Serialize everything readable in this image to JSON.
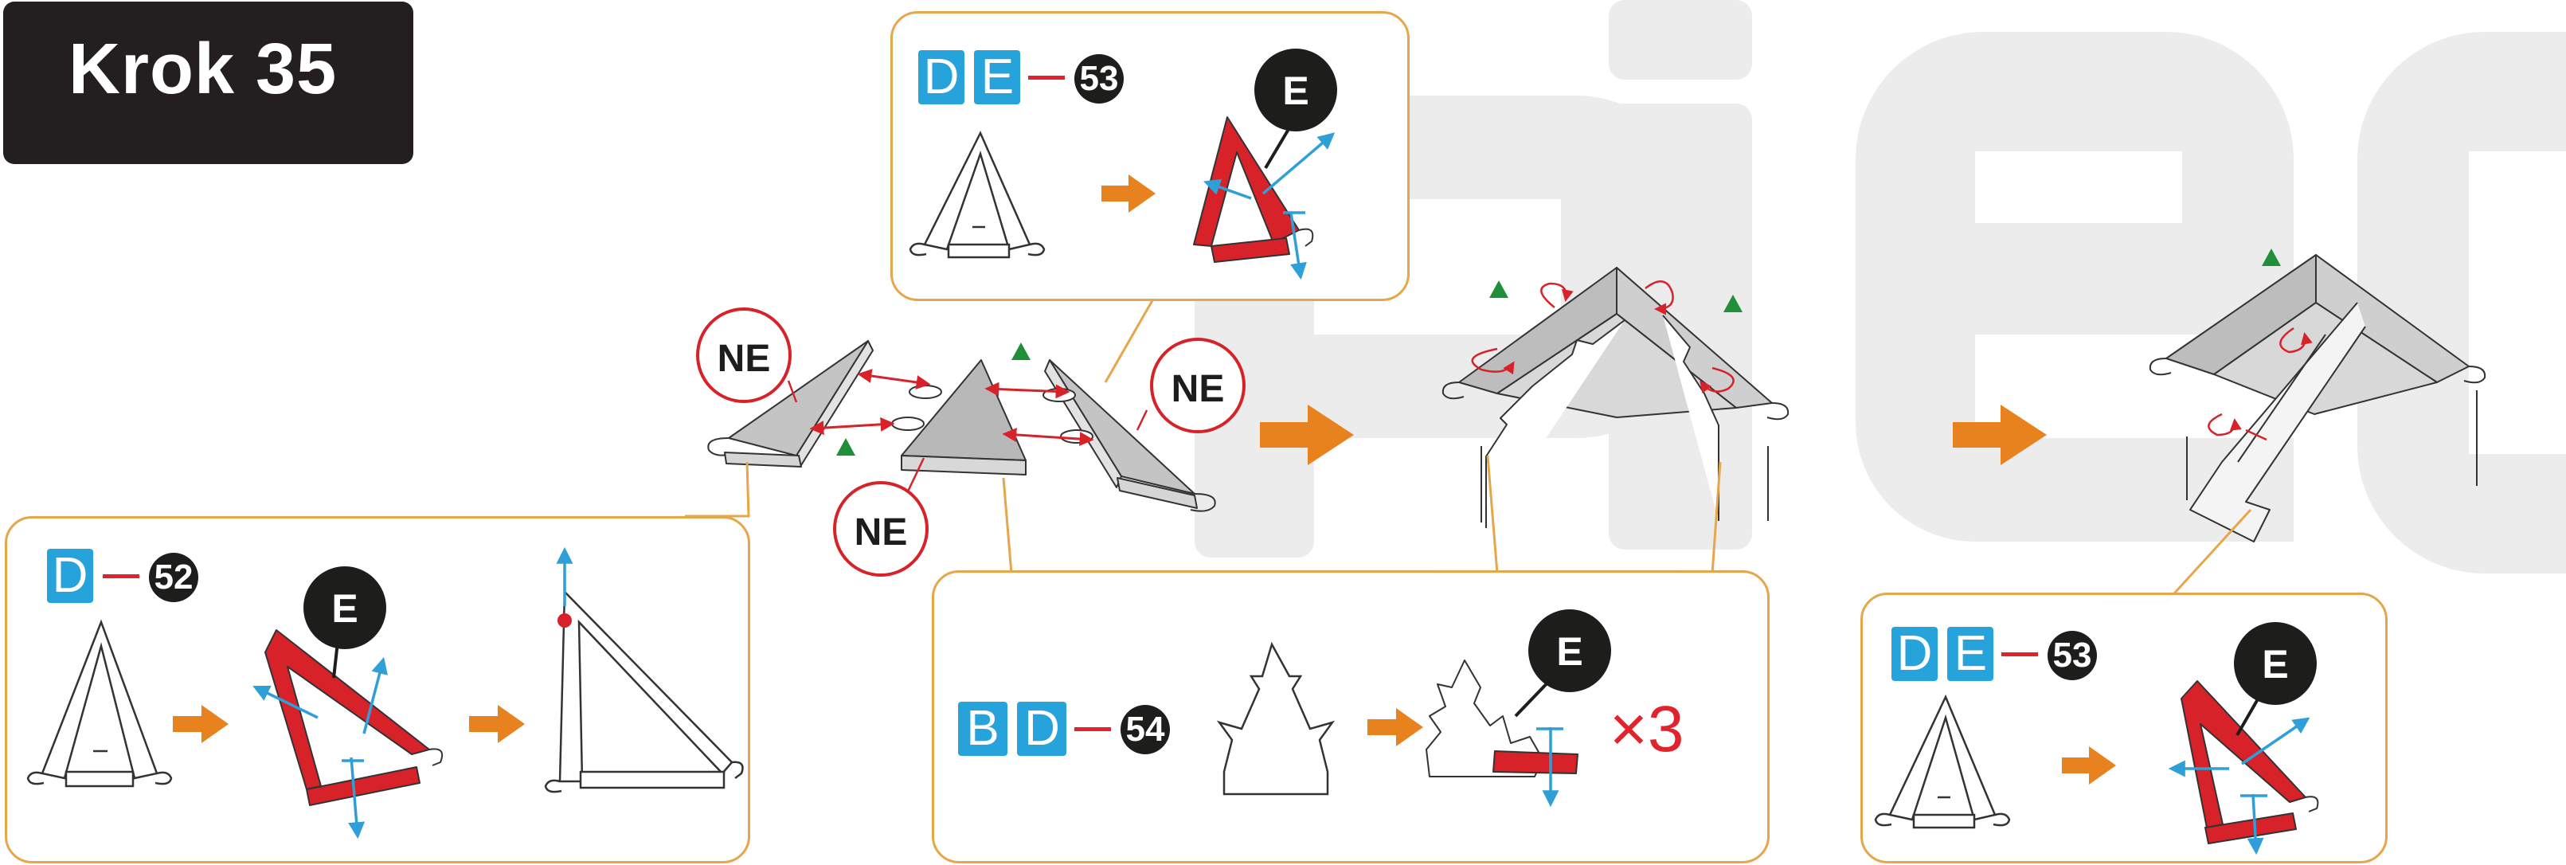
{
  "step": {
    "title": "Krok 35"
  },
  "labels": {
    "no_glue": "NE",
    "part_e": "E"
  },
  "panels": {
    "top": {
      "tags": [
        "D",
        "E"
      ],
      "number": "53"
    },
    "left": {
      "tags": [
        "D"
      ],
      "number": "52"
    },
    "bottom": {
      "tags": [
        "B",
        "D"
      ],
      "number": "54",
      "multiplier": "×3"
    },
    "right": {
      "tags": [
        "D",
        "E"
      ],
      "number": "53"
    }
  },
  "colors": {
    "accent_orange": "#e8821e",
    "panel_border": "#e6a64a",
    "tag_blue": "#27a3dc",
    "part_red": "#d7222a",
    "arrow_blue": "#2f9fd8",
    "marker_green": "#1f8f3a",
    "watermark": "#ececec"
  }
}
